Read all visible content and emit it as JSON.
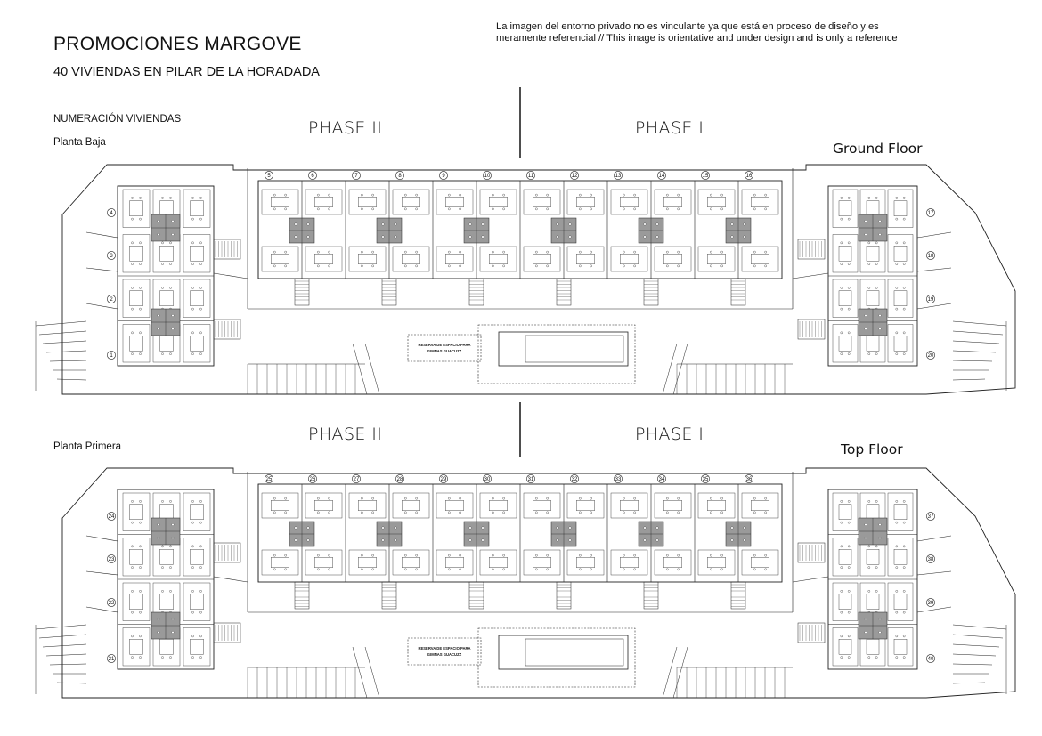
{
  "header": {
    "title": "PROMOCIONES MARGOVE",
    "subtitle": "40 VIVIENDAS EN PILAR DE LA HORADADA",
    "disclaimer": "La imagen del entorno privado no es vinculante ya que está en proceso de diseño  y es meramente referencial  // This image is orientative and under design and is only a reference"
  },
  "labels": {
    "numbering": "NUMERACIÓN VIVIENDAS",
    "ground_es": "Planta Baja",
    "top_es": "Planta Primera",
    "ground_en": "Ground Floor",
    "top_en": "Top Floor",
    "phase_2": "PHASE II",
    "phase_1": "PHASE I"
  },
  "plans": {
    "pool_reserve_line1": "RESERVA DE ESPACIO PARA",
    "pool_reserve_line2": "GIMNAS GUACUZZ",
    "ground_floor": {
      "left_units": [
        "4",
        "3",
        "2",
        "1"
      ],
      "center_units": [
        "5",
        "6",
        "7",
        "8",
        "9",
        "10",
        "11",
        "12",
        "13",
        "14",
        "15",
        "16"
      ],
      "right_units": [
        "17",
        "18",
        "19",
        "20"
      ]
    },
    "top_floor": {
      "left_units": [
        "24",
        "23",
        "22",
        "21"
      ],
      "center_units": [
        "25",
        "26",
        "27",
        "28",
        "29",
        "30",
        "31",
        "32",
        "33",
        "34",
        "35",
        "36"
      ],
      "right_units": [
        "37",
        "38",
        "39",
        "40"
      ]
    }
  },
  "colors": {
    "line": "#222222",
    "fill_grey": "#9a9a9a",
    "light_grey": "#cfcfcf"
  }
}
